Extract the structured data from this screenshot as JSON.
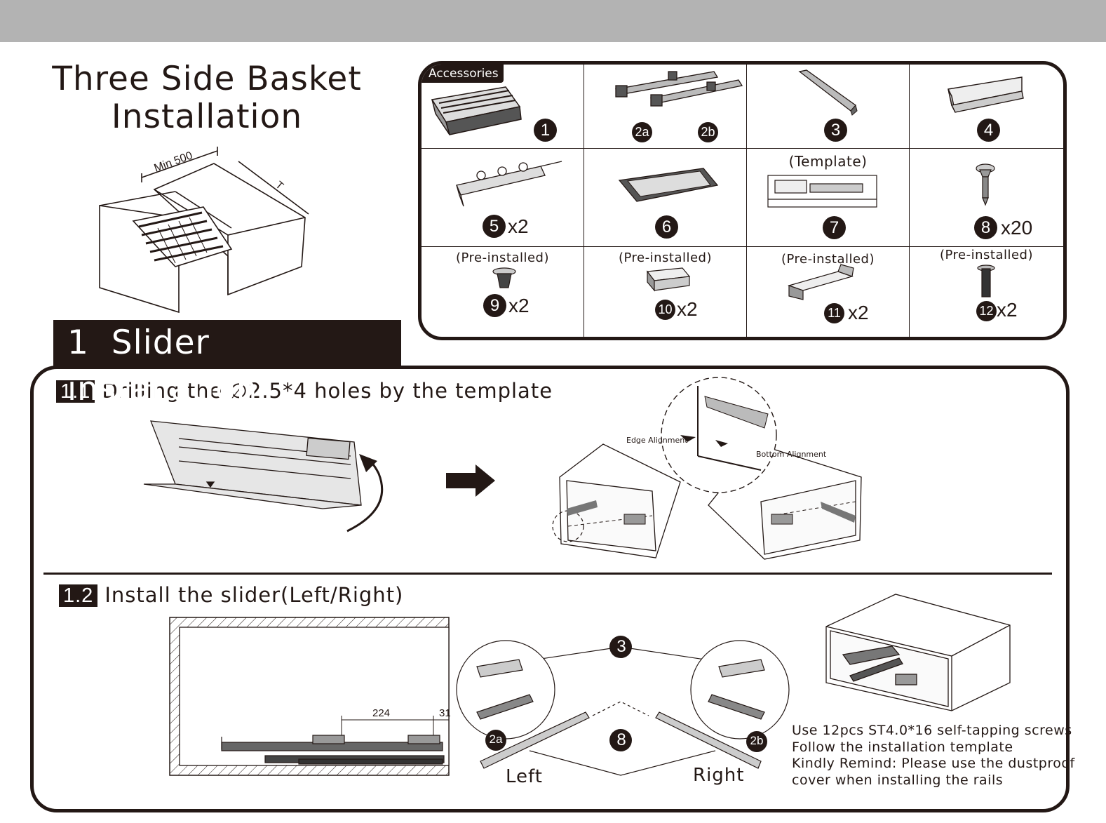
{
  "title": {
    "line1": "Three Side Basket",
    "line2": "Installation"
  },
  "hero": {
    "min_label": "Min 500",
    "t_label": "T"
  },
  "accessories": {
    "tag": "Accessories",
    "items": {
      "i1": {
        "num": "1"
      },
      "i2": {
        "num_a": "2a",
        "num_b": "2b"
      },
      "i3": {
        "num": "3"
      },
      "i4": {
        "num": "4"
      },
      "i5": {
        "num": "5",
        "qty": "x2"
      },
      "i6": {
        "num": "6"
      },
      "i7": {
        "num": "7",
        "caption": "(Template)"
      },
      "i8": {
        "num": "8",
        "qty": "x20"
      },
      "i9": {
        "num": "9",
        "qty": "x2",
        "note": "(Pre-installed)"
      },
      "i10": {
        "num": "10",
        "qty": "x2",
        "note": "(Pre-installed)"
      },
      "i11": {
        "num": "11",
        "qty": "x2",
        "note": "(Pre-installed)"
      },
      "i12": {
        "num": "12",
        "qty": "x2",
        "note": "(Pre-installed)"
      }
    }
  },
  "section": {
    "number": "1",
    "title": "Slider installation"
  },
  "step1": {
    "badge": "1.1",
    "text": "Drilling the ∅2.5*4 holes by the template",
    "edge_label": "Edge Alignment",
    "bottom_label": "Bottom Alignment"
  },
  "step2": {
    "badge": "1.2",
    "text": "Install the slider(Left/Right)",
    "dim_224": "224",
    "dim_31": "31",
    "callout_3": "3",
    "callout_8": "8",
    "callout_2a": "2a",
    "callout_2b": "2b",
    "left_label": "Left",
    "right_label": "Right",
    "notes": [
      "Use 12pcs ST4.0*16 self-tapping screws",
      "Follow the installation template",
      "Kindly Remind: Please use the dustproof",
      "cover when installing the rails"
    ]
  }
}
